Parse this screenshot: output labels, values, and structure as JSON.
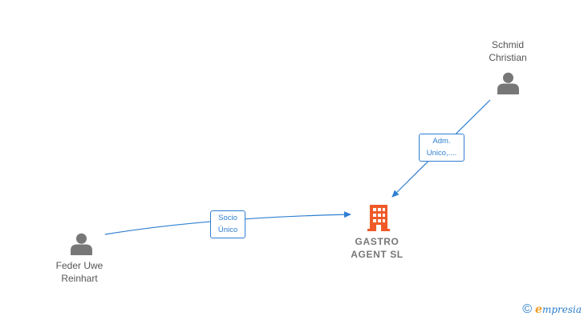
{
  "colors": {
    "edge": "#2f7fd1",
    "person_icon": "#777777",
    "company_icon": "#f05a28",
    "text": "#555555"
  },
  "nodes": {
    "person_top": {
      "label": "Schmid\nChristian",
      "icon": "person-icon"
    },
    "person_left": {
      "label": "Feder Uwe\nReinhart",
      "icon": "person-icon"
    },
    "company": {
      "label": "GASTRO\nAGENT  SL",
      "icon": "building-icon"
    }
  },
  "edges": {
    "top_to_company": {
      "label": "Adm.\nUnico,...."
    },
    "left_to_company": {
      "label": "Socio\nÚnico"
    }
  },
  "footer": {
    "copyright_symbol": "©",
    "brand_initial": "e",
    "brand_rest": "mpresia"
  }
}
